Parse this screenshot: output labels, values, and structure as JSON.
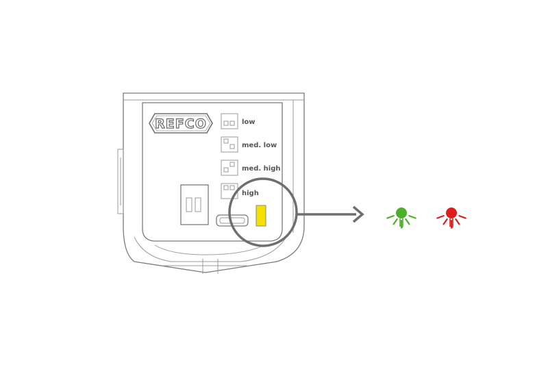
{
  "device": {
    "brand": "REFCO",
    "speed_levels": [
      {
        "key": "low",
        "label": "low",
        "dip": [
          "down",
          "down"
        ]
      },
      {
        "key": "med_low",
        "label": "med. low",
        "dip": [
          "up",
          "down"
        ]
      },
      {
        "key": "med_high",
        "label": "med. high",
        "dip": [
          "down",
          "up"
        ]
      },
      {
        "key": "high",
        "label": "high",
        "dip": [
          "up",
          "up"
        ]
      }
    ],
    "indicator_led_color": "#f5e000"
  },
  "callout": {
    "circle_color": "#6e6e6e",
    "arrow_color": "#6e6e6e"
  },
  "status_leds": [
    {
      "key": "ok",
      "color": "#4caf2a",
      "icon": "green-led-icon"
    },
    {
      "key": "fault",
      "color": "#e01b1b",
      "icon": "red-led-icon"
    }
  ]
}
